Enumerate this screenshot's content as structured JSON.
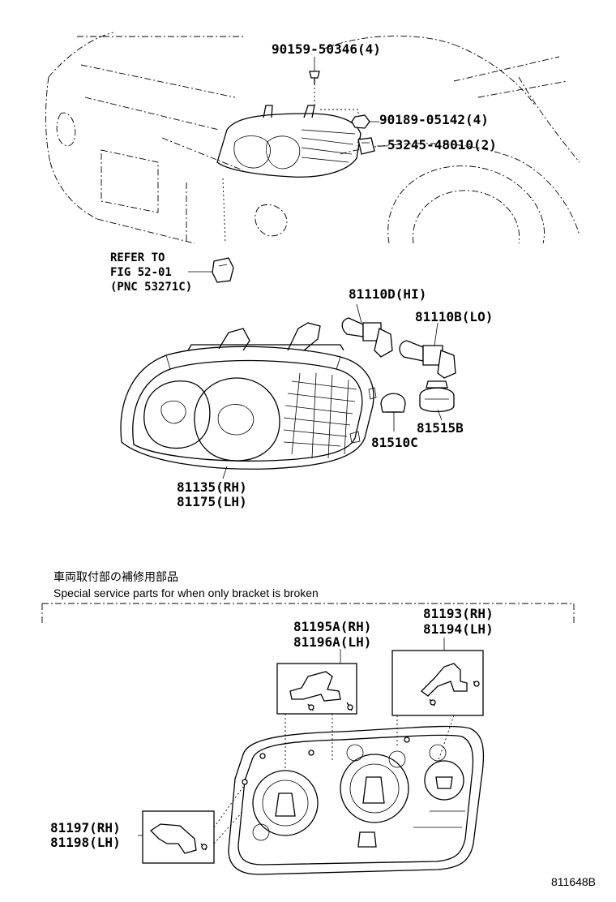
{
  "callouts": {
    "screw": "90159-50346(4)",
    "nut": "90189-05142(4)",
    "retainer": "53245-48010(2)",
    "refer_line1": "REFER TO",
    "refer_line2": "FIG 52-01",
    "refer_line3": "(PNC 53271C)",
    "bulb_hi": "81110D(HI)",
    "bulb_lo": "81110B(LO)",
    "socket": "81515B",
    "bulb_small": "81510C",
    "unit_rh": "81135(RH)",
    "unit_lh": "81175(LH)"
  },
  "service_section": {
    "title_jp": "車両取付部の補修用部品",
    "title_en": "Special service parts for when only bracket is broken",
    "bracket_a_rh": "81195A(RH)",
    "bracket_a_lh": "81196A(LH)",
    "bracket_b_rh": "81193(RH)",
    "bracket_b_lh": "81194(LH)",
    "bracket_c_rh": "81197(RH)",
    "bracket_c_lh": "81198(LH)"
  },
  "figure_id": "811648B"
}
